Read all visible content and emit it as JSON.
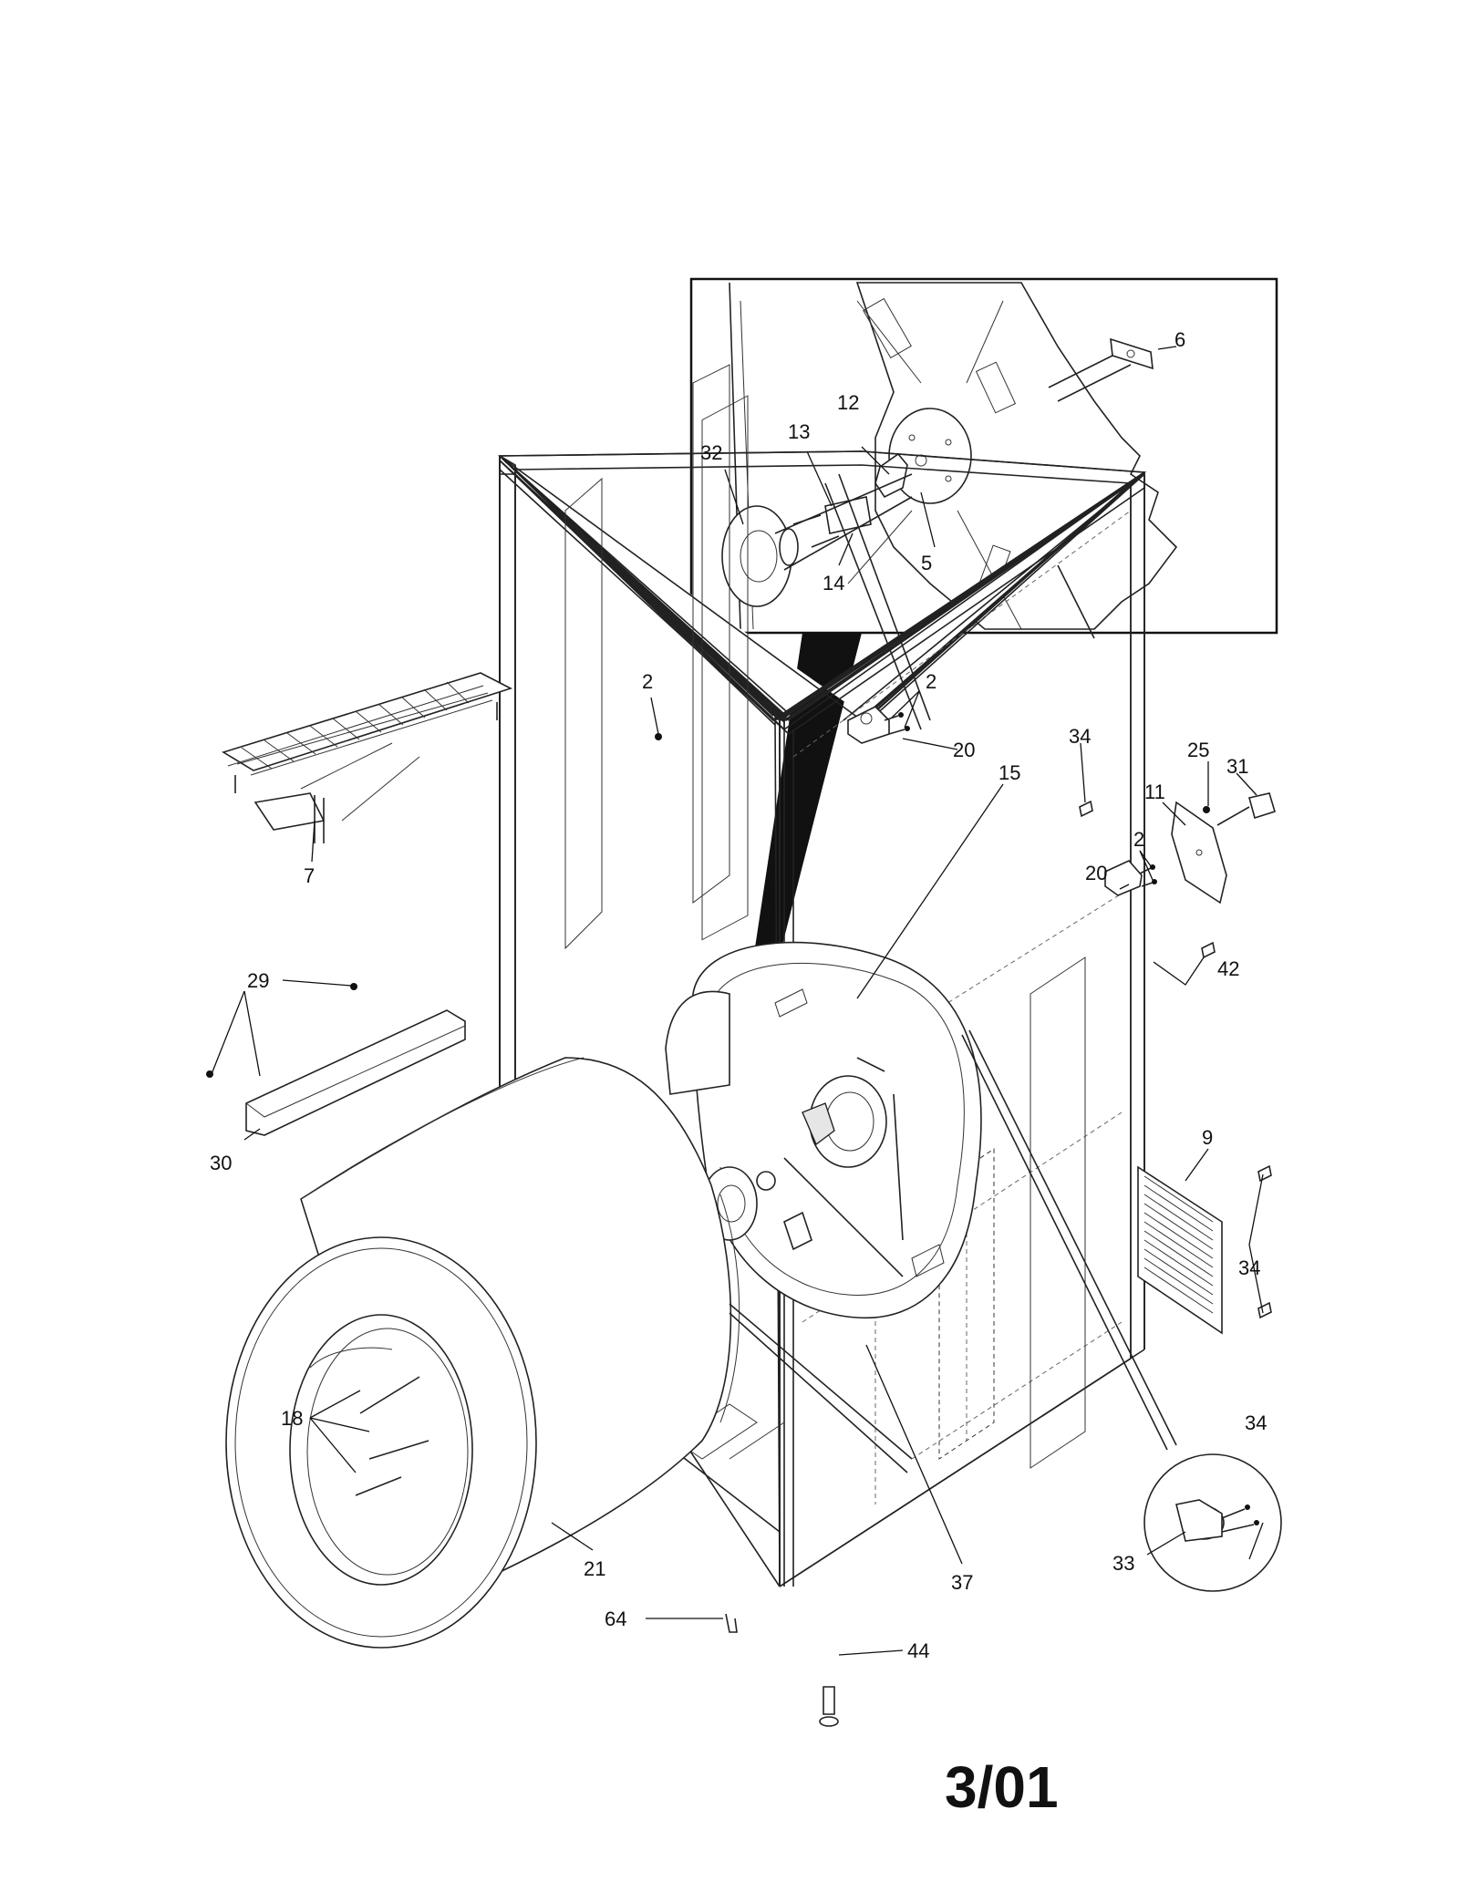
{
  "labels": {
    "p6": "6",
    "p12": "12",
    "p13": "13",
    "p32": "32",
    "p14": "14",
    "p5": "5",
    "p2a": "2",
    "p2b": "2",
    "p2c": "2",
    "p20a": "20",
    "p20b": "20",
    "p34a": "34",
    "p34b": "34",
    "p34c": "34",
    "p25": "25",
    "p11": "11",
    "p31": "31",
    "p15": "15",
    "p42": "42",
    "p7": "7",
    "p29": "29",
    "p30": "30",
    "p9": "9",
    "p18": "18",
    "p21": "21",
    "p37": "37",
    "p33": "33",
    "p64": "64",
    "p44": "44"
  },
  "revision_date": "3/01"
}
